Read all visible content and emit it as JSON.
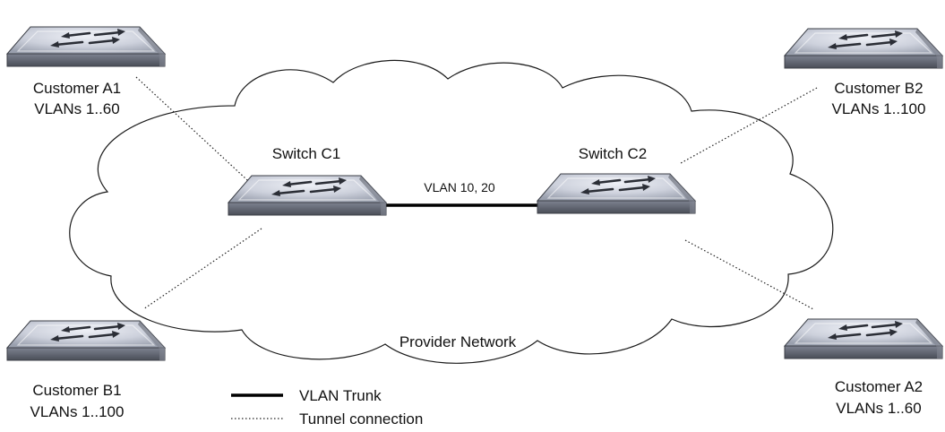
{
  "cloud": {
    "label": "Provider Network"
  },
  "trunk": {
    "label": "VLAN 10, 20"
  },
  "switches": {
    "c1": {
      "name": "Switch C1"
    },
    "c2": {
      "name": "Switch C2"
    }
  },
  "customers": {
    "a1": {
      "name": "Customer A1",
      "vlans": "VLANs 1..60"
    },
    "b2": {
      "name": "Customer B2",
      "vlans": "VLANs 1..100"
    },
    "b1": {
      "name": "Customer B1",
      "vlans": "VLANs 1..100"
    },
    "a2": {
      "name": "Customer A2",
      "vlans": "VLANs 1..60"
    }
  },
  "legend": {
    "trunk_label": "VLAN Trunk",
    "tunnel_label": "Tunnel connection"
  }
}
